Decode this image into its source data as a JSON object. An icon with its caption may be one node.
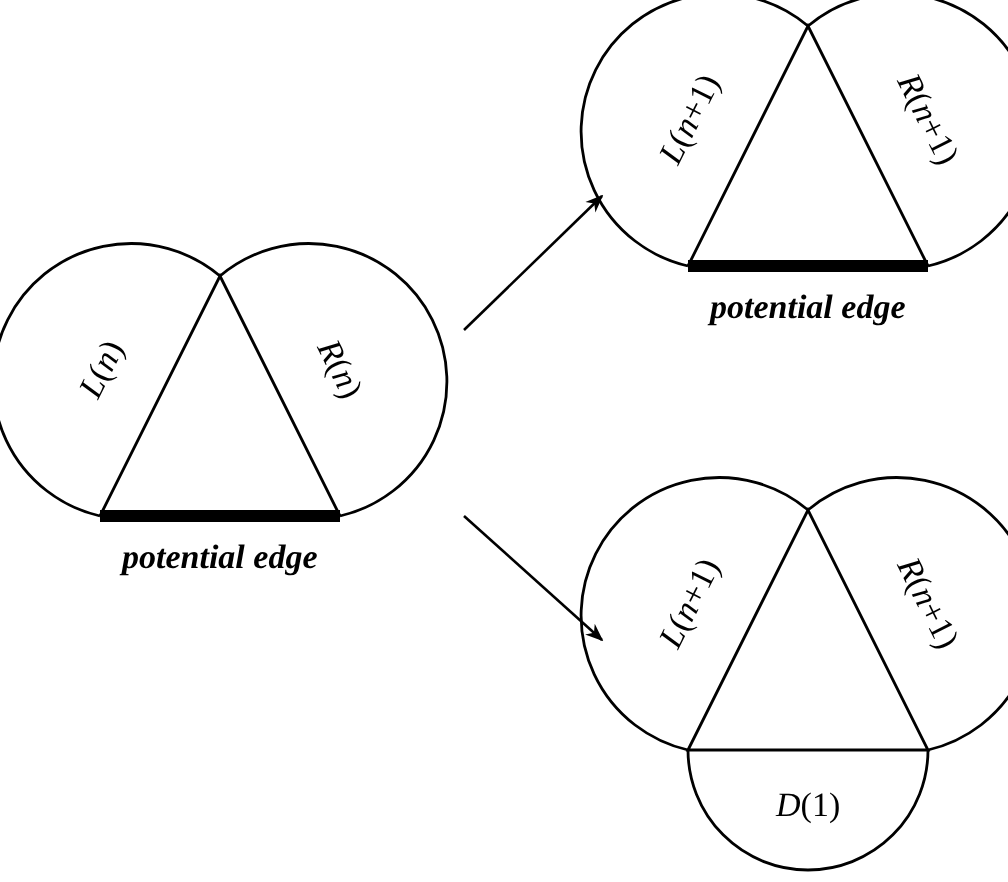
{
  "diagram": {
    "nodes": [
      {
        "text": [
          "*L*(*n*)",
          "*R*(*n*)"
        ],
        "beside": [
          "potential edge"
        ]
      },
      {
        "text": [
          "*L*(*n*+1)",
          "*R*(*n*+1)"
        ],
        "beside": [
          "potential edge"
        ]
      },
      {
        "text": [
          "*L*(*n*+1)",
          "*R*(*n*+1)",
          "*D*(1)"
        ]
      }
    ],
    "edges": [
      {
        "from": 0,
        "to": 1,
        "arrow": "to"
      },
      {
        "from": 0,
        "to": 2,
        "arrow": "to"
      }
    ]
  }
}
